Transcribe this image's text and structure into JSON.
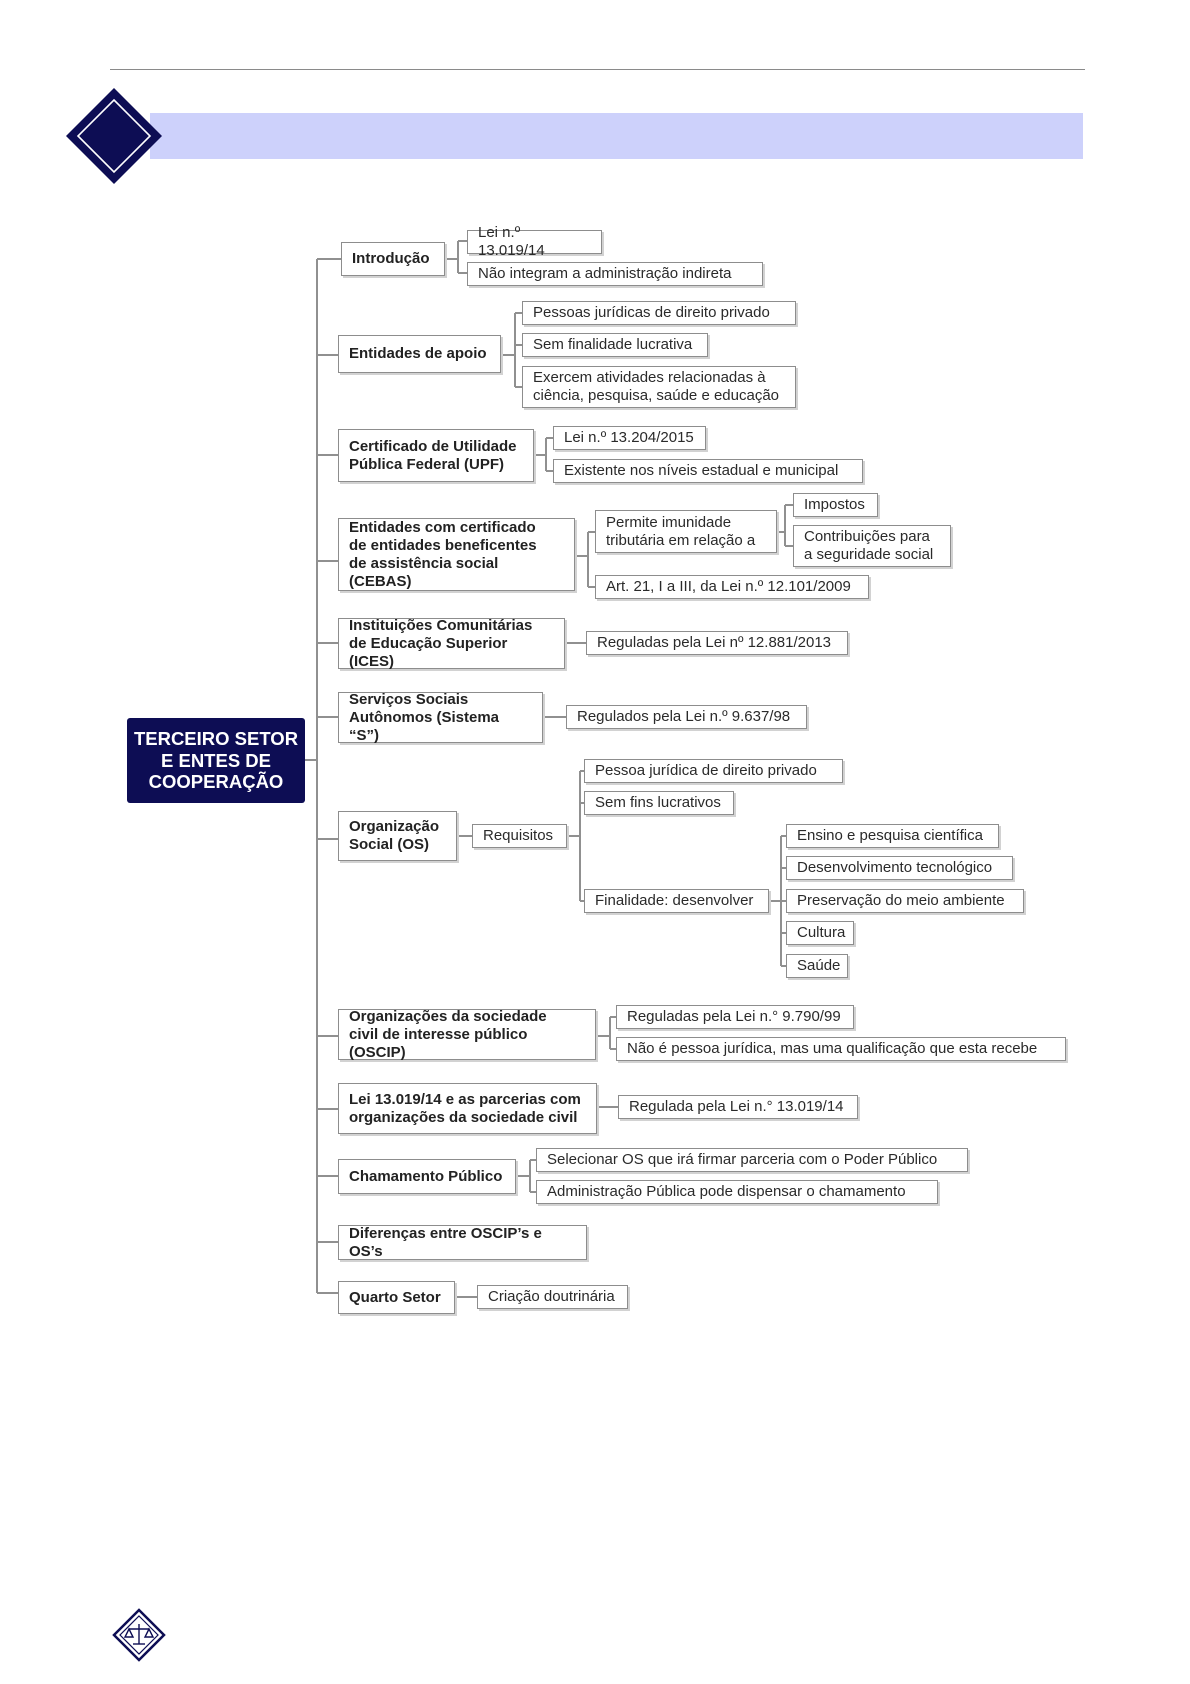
{
  "header": {
    "band_color": "#cdd1fb",
    "logo_color": "#0d0d54"
  },
  "mindmap": {
    "root": "TERCEIRO SETOR\nE ENTES DE\nCOOPERAÇÃO",
    "branches": [
      {
        "label": "Introdução",
        "children": [
          "Lei n.º 13.019/14",
          "Não integram a administração indireta"
        ]
      },
      {
        "label": "Entidades de apoio",
        "children": [
          "Pessoas jurídicas de direito privado",
          "Sem finalidade lucrativa",
          "Exercem atividades relacionadas à\nciência, pesquisa, saúde e educação"
        ]
      },
      {
        "label": "Certificado de Utilidade\nPública Federal (UPF)",
        "children": [
          "Lei n.º 13.204/2015",
          "Existente nos níveis estadual e municipal"
        ]
      },
      {
        "label": "Entidades com certificado\nde entidades beneficentes\nde assistência social (CEBAS)",
        "children": [
          {
            "label": "Permite imunidade\ntributária em relação a",
            "children": [
              "Impostos",
              "Contribuições para\na seguridade social"
            ]
          },
          "Art. 21, I a III, da Lei n.º 12.101/2009"
        ]
      },
      {
        "label": "Instituições Comunitárias\nde Educação Superior (ICES)",
        "children": [
          "Reguladas pela Lei nº 12.881/2013"
        ]
      },
      {
        "label": "Serviços Sociais\nAutônomos (Sistema “S”)",
        "children": [
          "Regulados pela Lei n.º 9.637/98"
        ]
      },
      {
        "label": "Organização\nSocial (OS)",
        "children": [
          {
            "label": "Requisitos",
            "children": [
              "Pessoa jurídica de direito privado",
              "Sem fins lucrativos",
              {
                "label": "Finalidade: desenvolver",
                "children": [
                  "Ensino e pesquisa científica",
                  "Desenvolvimento tecnológico",
                  "Preservação do meio ambiente",
                  "Cultura",
                  "Saúde"
                ]
              }
            ]
          }
        ]
      },
      {
        "label": "Organizações da sociedade\ncivil de interesse público (OSCIP)",
        "children": [
          "Reguladas pela Lei n.° 9.790/99",
          "Não é pessoa jurídica, mas uma qualificação que esta recebe"
        ]
      },
      {
        "label": "Lei 13.019/14 e as parcerias com\n organizações da sociedade civil",
        "children": [
          "Regulada pela Lei n.° 13.019/14"
        ]
      },
      {
        "label": "Chamamento Público",
        "children": [
          "Selecionar OS que irá firmar parceria com o Poder Público",
          "Administração Pública pode dispensar o chamamento"
        ]
      },
      {
        "label": "Diferenças entre OSCIP’s e OS’s",
        "children": []
      },
      {
        "label": "Quarto Setor",
        "children": [
          "Criação doutrinária"
        ]
      }
    ]
  }
}
